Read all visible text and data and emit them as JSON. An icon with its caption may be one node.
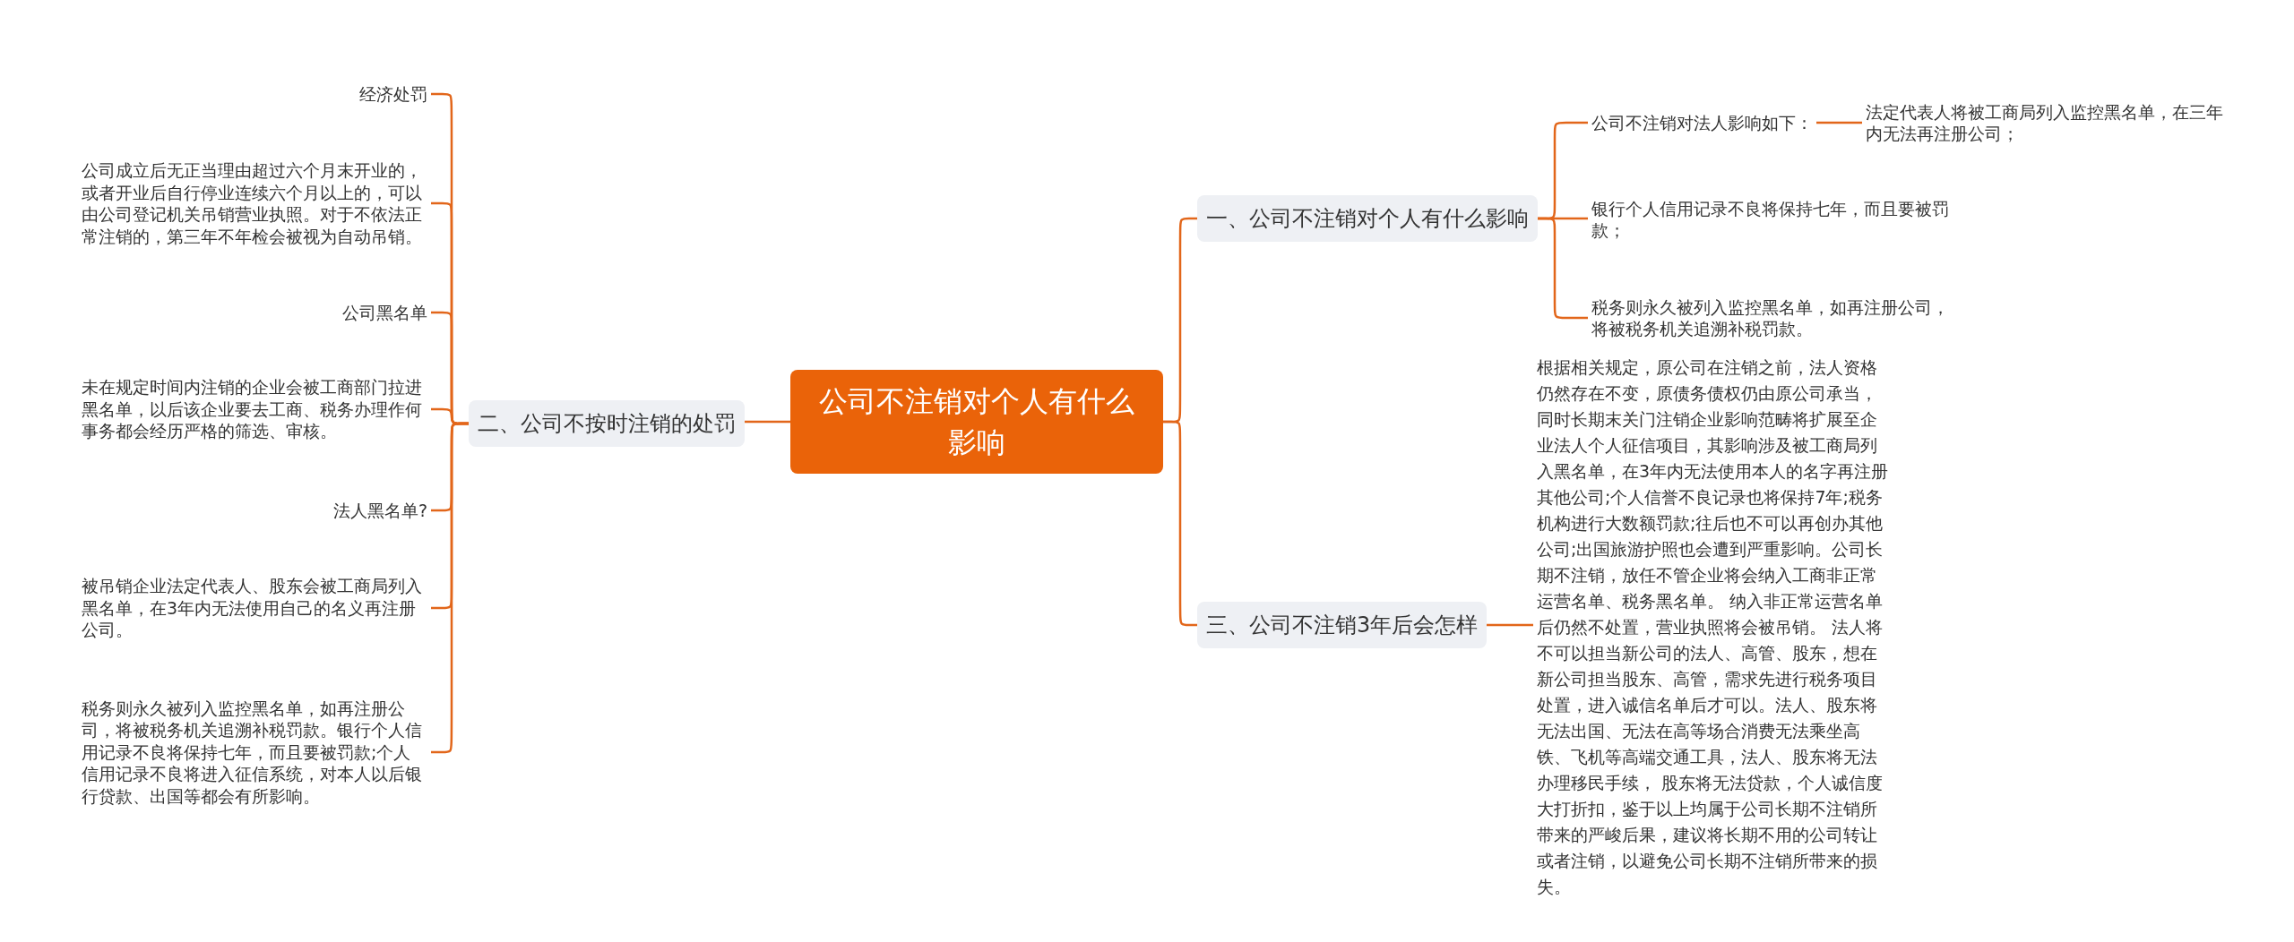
{
  "diagram": {
    "nodes": [
      {
        "text": [
          "公司不注销对个人有什么影响"
        ]
      },
      {
        "text": [
          "一、公司不注销对个人有什么影响"
        ]
      },
      {
        "text": [
          "公司不注销对法人影响如下："
        ]
      },
      {
        "text": [
          "法定代表人将被工商局列入监控黑名单，在三年内无法再注册公司；"
        ]
      },
      {
        "text": [
          "银行个人信用记录不良将保持七年，而且要被罚款；"
        ]
      },
      {
        "text": [
          "税务则永久被列入监控黑名单，如再注册公司，将被税务机关追溯补税罚款。"
        ]
      },
      {
        "text": [
          "二、公司不按时注销的处罚"
        ]
      },
      {
        "text": [
          "经济处罚"
        ]
      },
      {
        "text": [
          "公司成立后无正当理由超过六个月末开业的，或者开业后自行停业连续六个月以上的，可以由公司登记机关吊销营业执照。对于不依法正常注销的，第三年不年检会被视为自动吊销。"
        ]
      },
      {
        "text": [
          "公司黑名单"
        ]
      },
      {
        "text": [
          "未在规定时间内注销的企业会被工商部门拉进黑名单，以后该企业要去工商、税务办理作何事务都会经历严格的筛选、审核。"
        ]
      },
      {
        "text": [
          "法人黑名单?"
        ]
      },
      {
        "text": [
          "被吊销企业法定代表人、股东会被工商局列入黑名单，在3年内无法使用自己的名义再注册公司。"
        ]
      },
      {
        "text": [
          "税务则永久被列入监控黑名单，如再注册公司，将被税务机关追溯补税罚款。银行个人信用记录不良将保持七年，而且要被罚款;个人信用记录不良将进入征信系统，对本人以后银行贷款、出国等都会有所影响。"
        ]
      },
      {
        "text": [
          "三、公司不注销3年后会怎样"
        ]
      },
      {
        "text": [
          "根据相关规定，原公司在注销之前，法人资格仍然存在不变，原债务债权仍由原公司承当，同时长期末关门注销企业影响范畴将扩展至企业法人个人征信项目，其影响涉及被工商局列入黑名单，在3年内无法使用本人的名字再注册其他公司;个人信誉不良记录也将保持7年;税务机构进行大数额罚款;往后也不可以再创办其他公司;出国旅游护照也会遭到严重影响。公司长期不注销，放任不管企业将会纳入工商非正常运营名单、税务黑名单。 纳入非正常运营名单后仍然不处置，营业执照将会被吊销。 法人将不可以担当新公司的法人、高管、股东，想在新公司担当股东、高管，需求先进行税务项目处置，进入诚信名单后才可以。法人、股东将无法出国、无法在高等场合消费无法乘坐高铁、飞机等高端交通工具，法人、股东将无法办理移民手续， 股东将无法贷款，个人诚信度大打折扣，鉴于以上均属于公司长期不注销所带来的严峻后果，建议将长期不用的公司转让或者注销，以避免公司长期不注销所带来的损失。"
        ]
      }
    ],
    "edges": [
      {
        "from": 0,
        "to": 1,
        "arrow": "none"
      },
      {
        "from": 1,
        "to": 2,
        "arrow": "none"
      },
      {
        "from": 2,
        "to": 3,
        "arrow": "none"
      },
      {
        "from": 1,
        "to": 4,
        "arrow": "none"
      },
      {
        "from": 1,
        "to": 5,
        "arrow": "none"
      },
      {
        "from": 0,
        "to": 6,
        "arrow": "none"
      },
      {
        "from": 6,
        "to": 7,
        "arrow": "none"
      },
      {
        "from": 6,
        "to": 8,
        "arrow": "none"
      },
      {
        "from": 6,
        "to": 9,
        "arrow": "none"
      },
      {
        "from": 6,
        "to": 10,
        "arrow": "none"
      },
      {
        "from": 6,
        "to": 11,
        "arrow": "none"
      },
      {
        "from": 6,
        "to": 12,
        "arrow": "none"
      },
      {
        "from": 6,
        "to": 13,
        "arrow": "none"
      },
      {
        "from": 0,
        "to": 14,
        "arrow": "none"
      },
      {
        "from": 14,
        "to": 15,
        "arrow": "none"
      }
    ]
  }
}
